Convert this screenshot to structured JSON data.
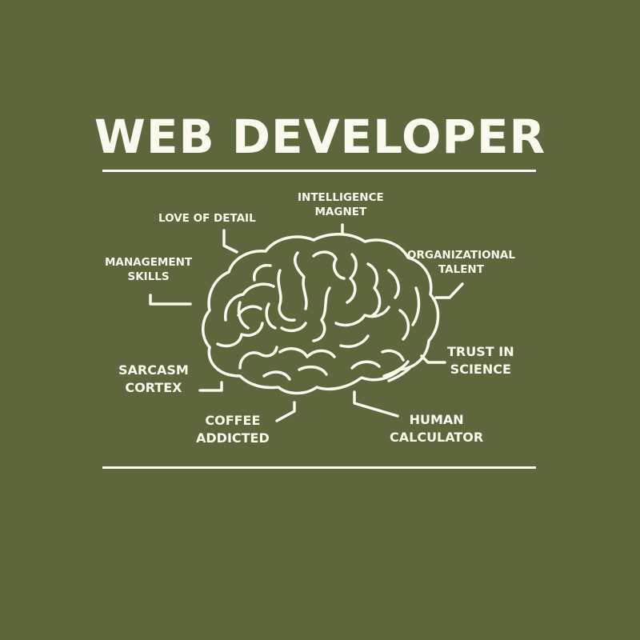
{
  "title": "WEB DEVELOPER",
  "colors": {
    "background": "#5e663d",
    "foreground": "#fbf8ee"
  },
  "icon": "brain-icon",
  "labels": {
    "love_of_detail": "LOVE OF DETAIL",
    "intelligence_magnet": [
      "INTELLIGENCE",
      "MAGNET"
    ],
    "management_skills": [
      "MANAGEMENT",
      "SKILLS"
    ],
    "organizational_talent": [
      "ORGANIZATIONAL",
      "TALENT"
    ],
    "sarcasm_cortex": [
      "SARCASM",
      "CORTEX"
    ],
    "trust_in_science": [
      "TRUST IN",
      "SCIENCE"
    ],
    "coffee_addicted": [
      "COFFEE",
      "ADDICTED"
    ],
    "human_calculator": [
      "HUMAN",
      "CALCULATOR"
    ]
  }
}
